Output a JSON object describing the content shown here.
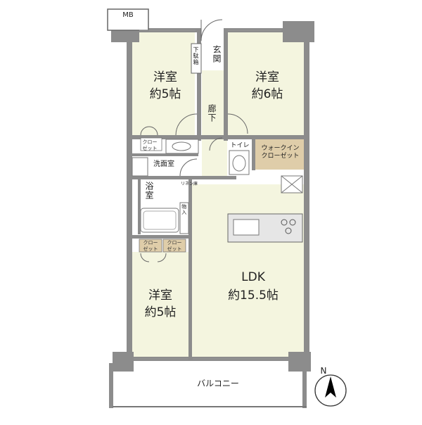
{
  "rooms": {
    "western_room_a": {
      "name": "洋室",
      "size": "約5帖"
    },
    "western_room_b": {
      "name": "洋室",
      "size": "約6帖"
    },
    "western_room_c": {
      "name": "洋室",
      "size": "約5帖"
    },
    "ldk": {
      "name": "LDK",
      "size": "約15.5帖"
    },
    "hallway": "廊下",
    "entrance": "玄関",
    "shoe_cabinet": "下駄箱",
    "toilet": "トイレ",
    "walk_in_closet": "ウォークイン\nクローゼット",
    "washroom": "洗面室",
    "bathroom": "浴室",
    "linen": "リネン庫",
    "storage": "物入",
    "closet": "クロー\nゼット",
    "balcony": "バルコニー",
    "meter_box": "MB"
  },
  "compass": {
    "label": "N"
  },
  "colors": {
    "wall": "#8c8c8c",
    "room_fill": "#f4f5df",
    "wet_fill": "#ffffff",
    "wic_fill": "#dfcda9",
    "counter_fill": "#e6e6e6"
  }
}
